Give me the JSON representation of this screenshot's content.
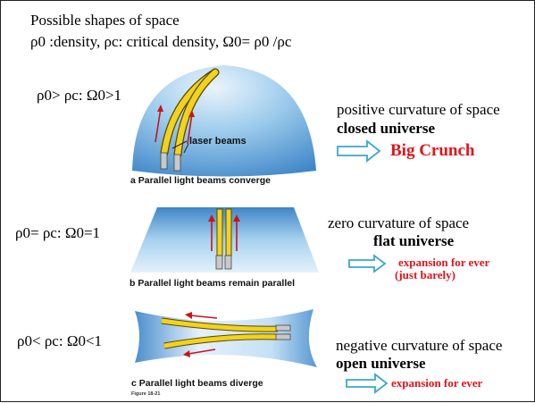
{
  "slide": {
    "title": "Possible shapes of space",
    "definitions": "ρ0 :density, ρc: critical density, Ω0= ρ0 /ρc",
    "cases": [
      {
        "condition": "ρ0> ρc: Ω0>1",
        "curvature": "positive curvature of space",
        "universe": "closed universe",
        "fate": "Big Crunch",
        "caption": "a Parallel light beams converge",
        "beam_label": "laser beams"
      },
      {
        "condition": "ρ0= ρc: Ω0=1",
        "curvature": "zero curvature of space",
        "universe": "flat universe",
        "fate": "expansion for ever",
        "fate_note": "(just barely)",
        "caption": "b Parallel light beams remain parallel"
      },
      {
        "condition": "ρ0< ρc: Ω0<1",
        "curvature": "negative curvature of space",
        "universe": "open universe",
        "fate": "expansion for ever",
        "caption": "c Parallel light beams diverge"
      }
    ],
    "figure_label": "Figure 18-21"
  },
  "colors": {
    "surface_light": "#d9ebf8",
    "surface_dark": "#3f86c8",
    "beam_yellow": "#f2d21e",
    "arrow_red": "#c8141a",
    "red_text": "#e3131b",
    "outline_arrow": "#3aa8c9"
  }
}
